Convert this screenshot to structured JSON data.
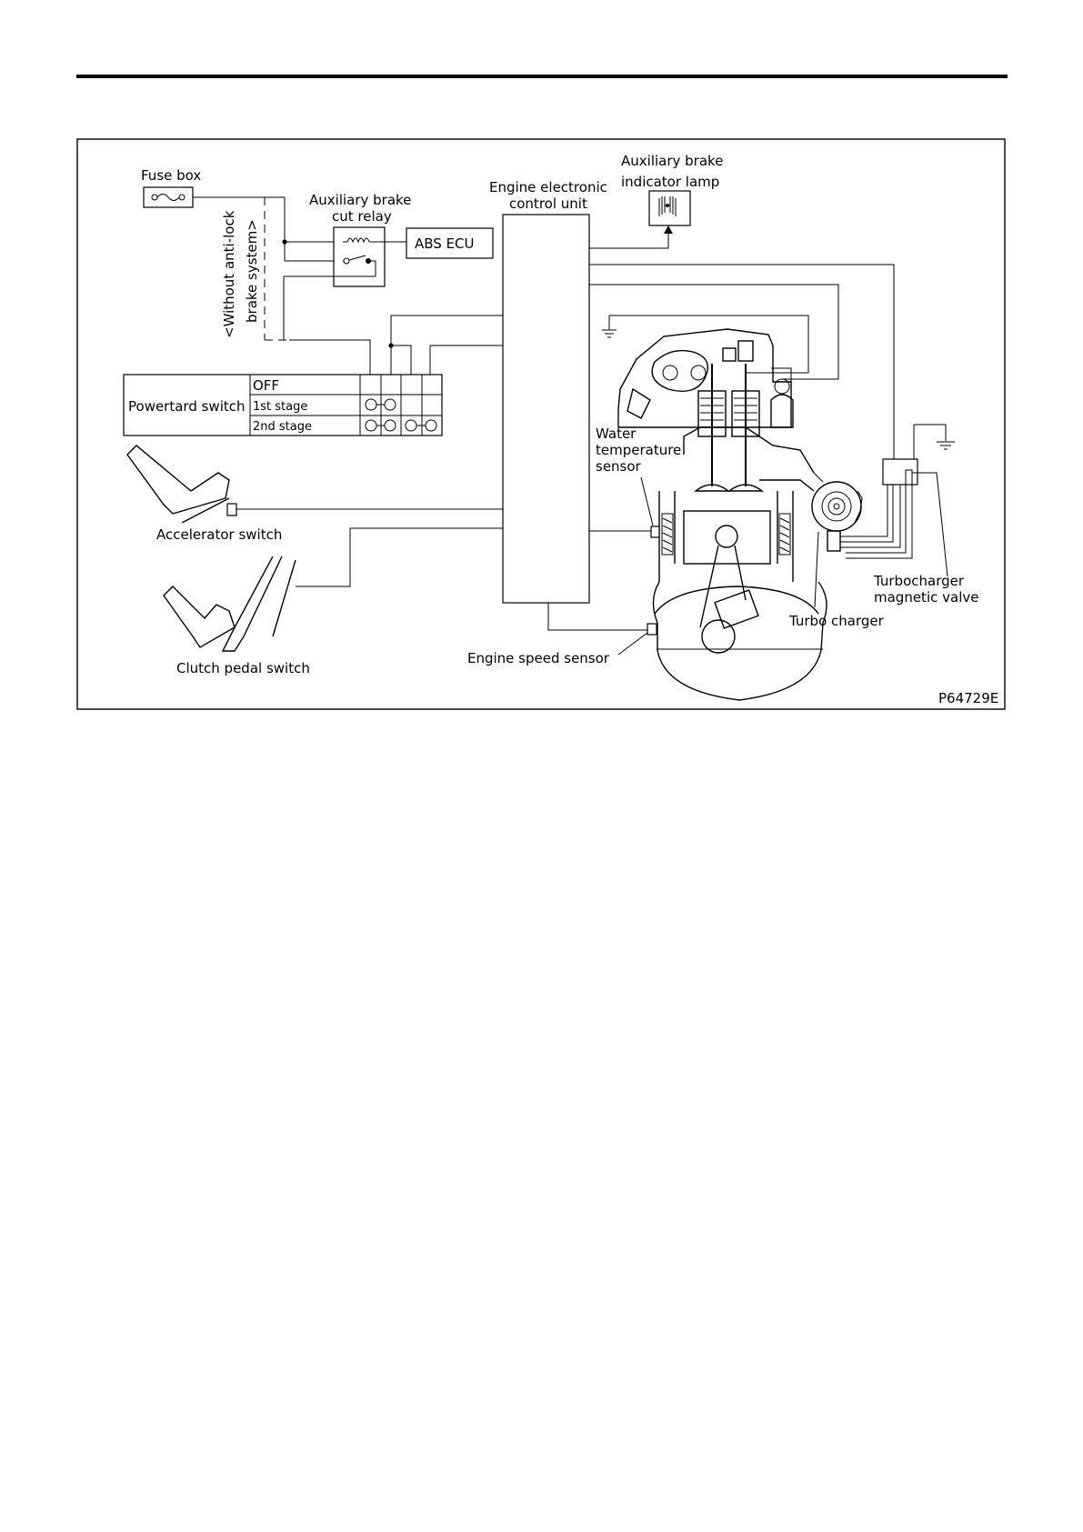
{
  "diagram": {
    "fuse_box": "Fuse box",
    "relay": [
      "Auxiliary brake",
      "cut relay"
    ],
    "without_abs": [
      "<Without anti-lock",
      "brake system>"
    ],
    "abs_ecu": "ABS  ECU",
    "ecu": [
      "Engine electronic",
      "control unit"
    ],
    "indicator_lamp": [
      "Auxiliary brake",
      "indicator lamp"
    ],
    "powertard_switch": {
      "label": "Powertard switch",
      "rows": [
        "OFF",
        "1st stage",
        "2nd stage"
      ]
    },
    "water_temp_sensor": [
      "Water",
      "temperature",
      "sensor"
    ],
    "accelerator_switch": "Accelerator switch",
    "clutch_pedal_switch": "Clutch pedal switch",
    "engine_speed_sensor": "Engine speed sensor",
    "turbo_charger": "Turbo charger",
    "turbo_magnetic_valve": [
      "Turbocharger",
      "magnetic valve"
    ],
    "figure_id": "P64729E"
  }
}
